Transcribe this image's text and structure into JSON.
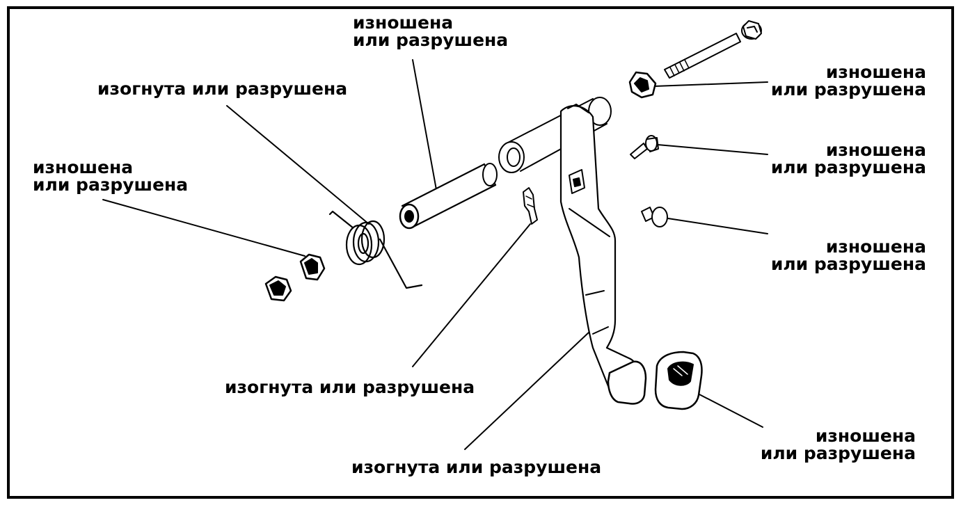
{
  "labels": {
    "pin_top": [
      "изношена",
      "или разрушена"
    ],
    "spring": "изогнута или разрушена",
    "bushings_left": [
      "изношена",
      "или разрушена"
    ],
    "bushing_right_top": [
      "изношена",
      "или разрушена"
    ],
    "bolt_right": [
      "изношена",
      "или разрушена"
    ],
    "stopper_right": [
      "изношена",
      "или разрушена"
    ],
    "clip_center": "изогнута или разрушена",
    "pedal_arm": "изогнута или разрушена",
    "pedal_pad": [
      "изношена",
      "или разрушена"
    ]
  },
  "colors": {
    "ink": "#000000",
    "paper": "#ffffff"
  }
}
